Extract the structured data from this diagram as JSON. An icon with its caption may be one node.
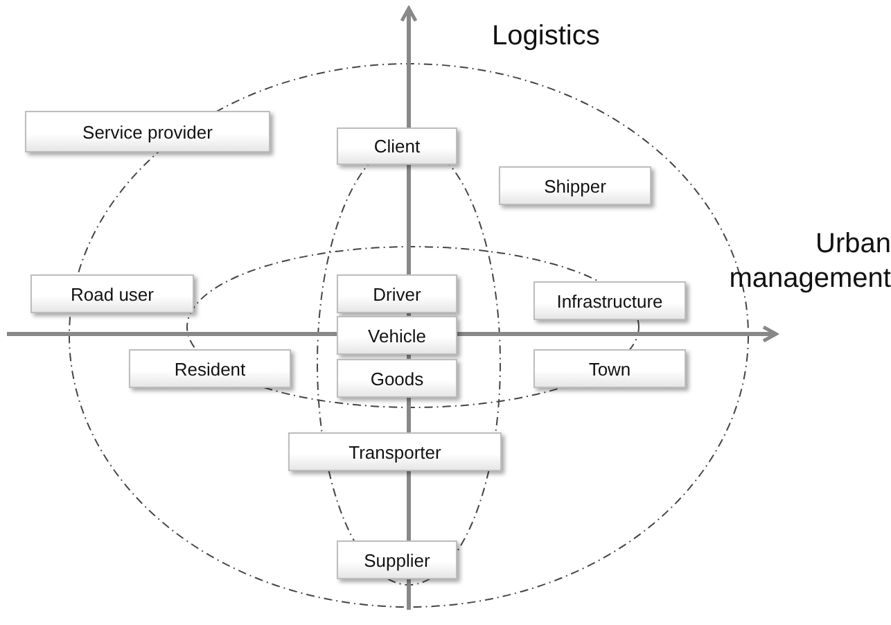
{
  "diagram": {
    "nodes": [
      {
        "text": [
          "Service provider"
        ]
      },
      {
        "text": [
          "Client"
        ]
      },
      {
        "text": [
          "Shipper"
        ]
      },
      {
        "text": [
          "Road user"
        ]
      },
      {
        "text": [
          "Driver"
        ]
      },
      {
        "text": [
          "Infrastructure"
        ]
      },
      {
        "text": [
          "Vehicle"
        ]
      },
      {
        "text": [
          "Resident"
        ]
      },
      {
        "text": [
          "Town"
        ]
      },
      {
        "text": [
          "Goods"
        ]
      },
      {
        "text": [
          "Transporter"
        ]
      },
      {
        "text": [
          "Supplier"
        ]
      }
    ],
    "edges": [],
    "labels": [
      "Logistics",
      "Urban management"
    ]
  }
}
